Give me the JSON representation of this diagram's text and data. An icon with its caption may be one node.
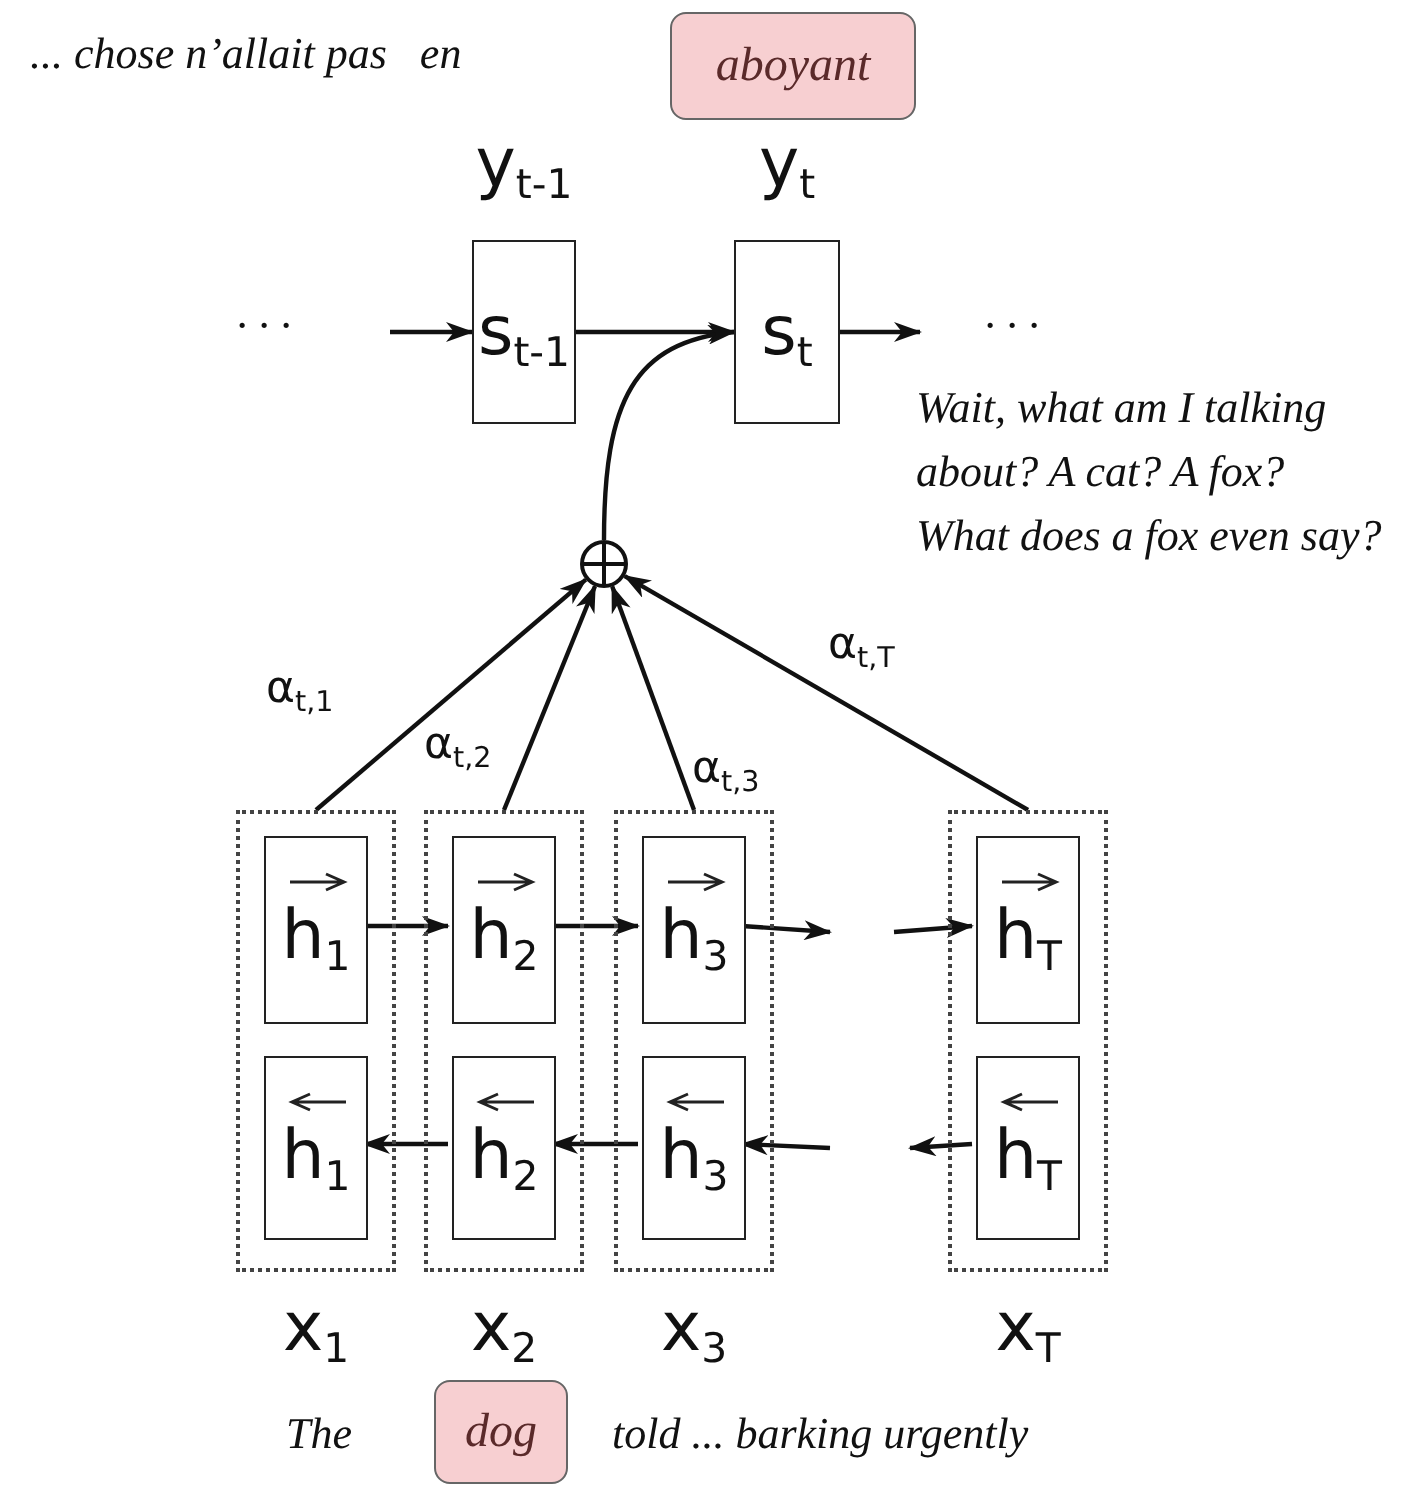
{
  "diagram": {
    "nodes": [
      {
        "text": [
          "aboyant"
        ]
      },
      {
        "text": [
          "y$_{t-1}$",
          "s$_{t-1}$"
        ]
      },
      {
        "text": [
          "y$_{t}$",
          "s$_{t}$"
        ]
      },
      {
        "text": [],
        "shape": "circle"
      },
      {
        "text": [
          "x$_{1}$"
        ]
      },
      {
        "text": [
          "h$_{1}$"
        ],
        "in": 4
      },
      {
        "text": [
          "h$_{1}$"
        ],
        "in": 4
      },
      {
        "text": [
          "x$_{2}$"
        ]
      },
      {
        "text": [
          "h$_{2}$"
        ],
        "in": 7
      },
      {
        "text": [
          "h$_{2}$"
        ],
        "in": 7
      },
      {
        "text": [
          "x$_{3}$"
        ]
      },
      {
        "text": [
          "h$_{3}$"
        ],
        "in": 10
      },
      {
        "text": [
          "h$_{3}$"
        ],
        "in": 10
      },
      {
        "text": [
          "x$_{T}$"
        ]
      },
      {
        "text": [
          "h$_{T}$"
        ],
        "in": 13
      },
      {
        "text": [
          "h$_{T}$"
        ],
        "in": 13
      },
      {
        "text": [
          "dog"
        ]
      }
    ],
    "edges": [
      {
        "from": null,
        "to": 1,
        "arrow": "to"
      },
      {
        "from": 1,
        "to": 2,
        "arrow": "to"
      },
      {
        "from": 2,
        "to": null,
        "arrow": "to"
      },
      {
        "from": 3,
        "to": 2,
        "arrow": "to"
      },
      {
        "from": 4,
        "to": 3,
        "arrow": "to",
        "label": "α$_{t,1}$"
      },
      {
        "from": 7,
        "to": 3,
        "arrow": "to",
        "label": "α$_{t,2}$"
      },
      {
        "from": 10,
        "to": 3,
        "arrow": "to",
        "label": "α$_{t,3}$"
      },
      {
        "from": 13,
        "to": 3,
        "arrow": "to",
        "label": "α$_{t,T}$"
      },
      {
        "from": 5,
        "to": 8,
        "arrow": "to"
      },
      {
        "from": 8,
        "to": 11,
        "arrow": "to"
      },
      {
        "from": 11,
        "to": null,
        "arrow": "to"
      },
      {
        "from": null,
        "to": 14,
        "arrow": "to"
      },
      {
        "from": 15,
        "to": null,
        "arrow": "to"
      },
      {
        "from": null,
        "to": 12,
        "arrow": "to"
      },
      {
        "from": 12,
        "to": 9,
        "arrow": "to"
      },
      {
        "from": 9,
        "to": 6,
        "arrow": "to"
      }
    ],
    "labels": [
      "... chose n’allait pas   en",
      "· · ·",
      "· · ·",
      "Wait, what am I talking about?  A cat? A fox?  What does a fox even say?",
      "The",
      "told ... barking urgently"
    ]
  }
}
